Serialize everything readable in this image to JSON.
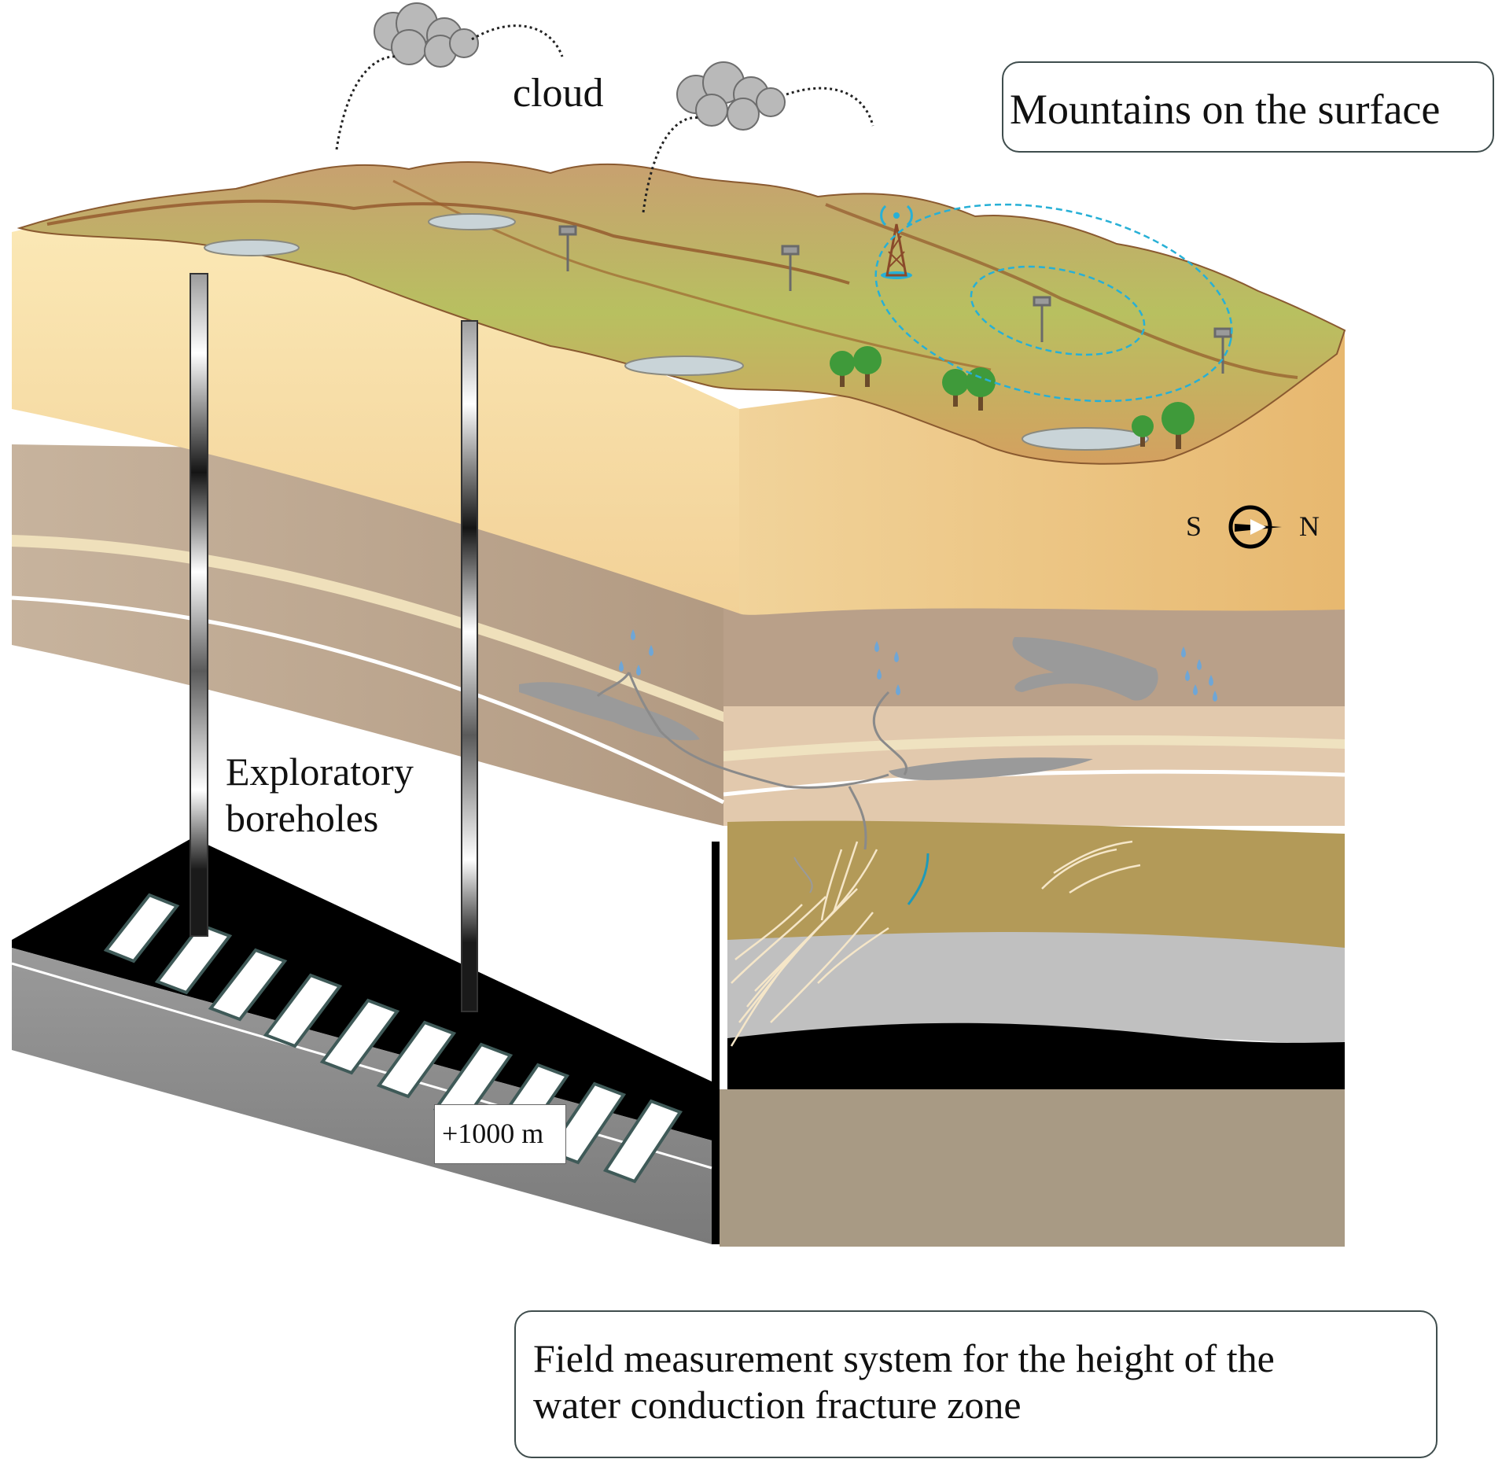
{
  "labels": {
    "cloud": "cloud",
    "surface": "Mountains on the surface",
    "boreholes_line1": "Exploratory",
    "boreholes_line2": "boreholes",
    "elevation": "+1000 m",
    "system_line1": "Field measurement system for the height of the",
    "system_line2": "water conduction fracture zone",
    "compass_s": "S",
    "compass_n": "N"
  },
  "colors": {
    "sand_top": "#f7dca0",
    "sand_front": "#e9bd78",
    "brown_strata": "#b59d85",
    "olive_layer": "#b39a58",
    "gray_layer": "#c0c0c0",
    "coal_seam": "#000000",
    "floor_rock": "#a89a84",
    "water_drop": "#6fa6d6",
    "signal_range": "#27b0d6",
    "fracture_line": "#f5e6c8",
    "tree_green": "#3f9a3a"
  },
  "icons": [
    "cloud-icon",
    "signal-tower-icon",
    "monitoring-station-icon",
    "tree-icon",
    "water-drop-icon",
    "compass-icon"
  ]
}
